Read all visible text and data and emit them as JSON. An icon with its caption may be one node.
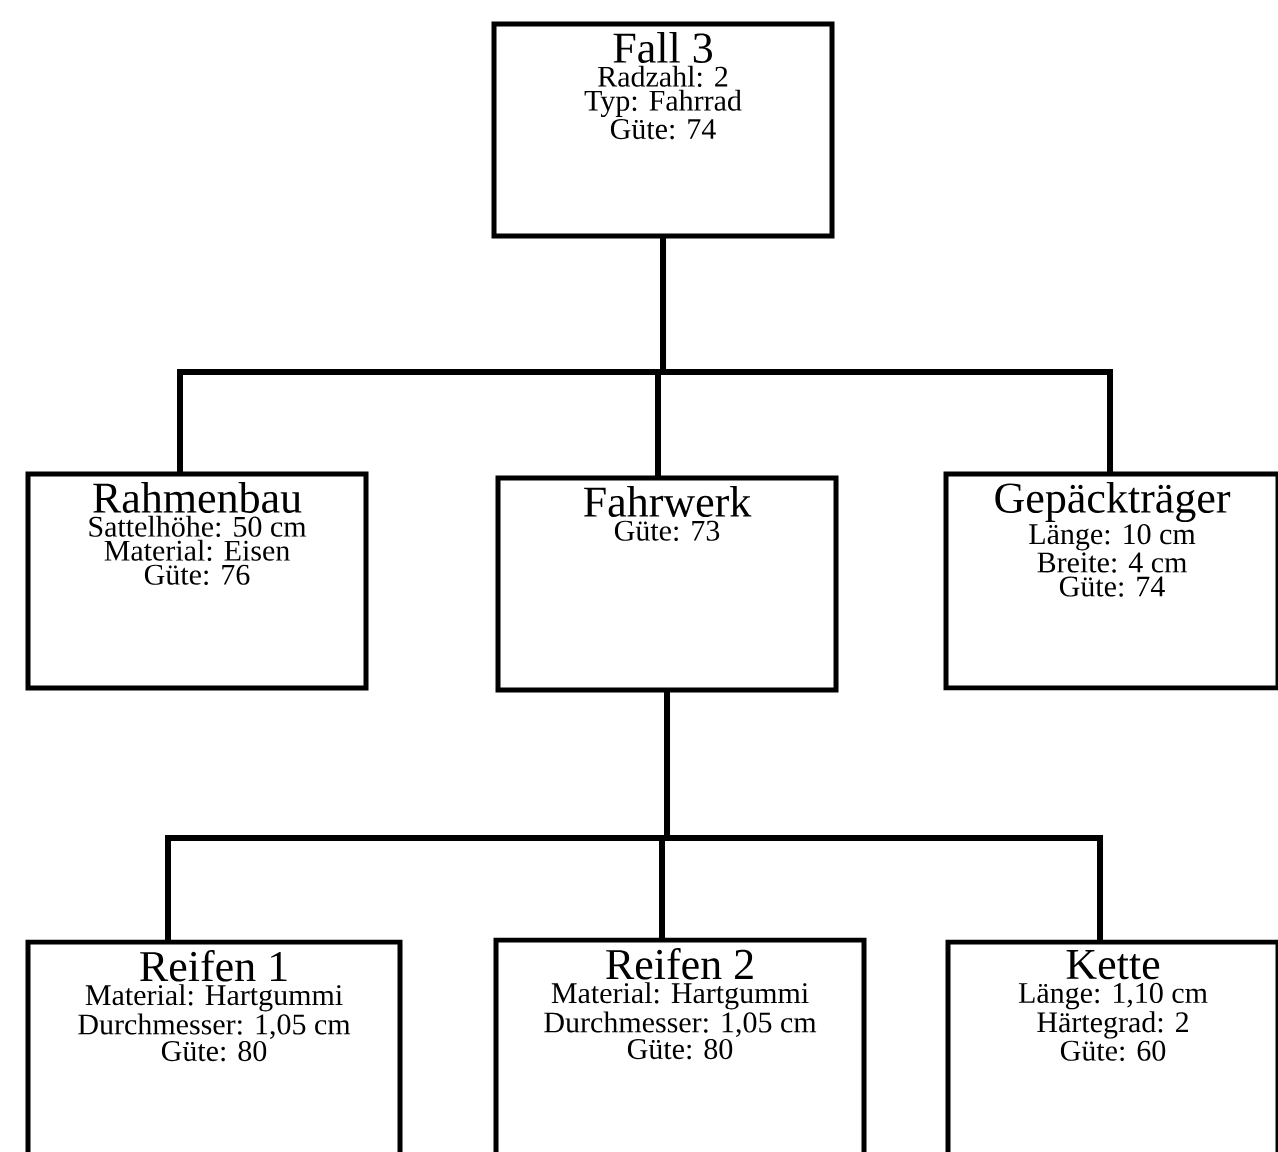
{
  "diagram": {
    "nodes": [
      {
        "text": [
          "Fall 3",
          "Radzahl: 2",
          "Typ: Fahrrad",
          "Güte: 74"
        ]
      },
      {
        "text": [
          "Rahmenbau",
          "Sattelhöhe: 50 cm",
          "Material: Eisen",
          "Güte: 76"
        ]
      },
      {
        "text": [
          "Fahrwerk",
          "Güte: 73"
        ]
      },
      {
        "text": [
          "Gepäckträger",
          "Länge: 10 cm",
          "Breite: 4 cm",
          "Güte: 74"
        ]
      },
      {
        "text": [
          "Reifen 1",
          "Material: Hartgummi",
          "Durchmesser: 1,05 cm",
          "Güte: 80"
        ]
      },
      {
        "text": [
          "Reifen 2",
          "Material: Hartgummi",
          "Durchmesser: 1,05 cm",
          "Güte: 80"
        ]
      },
      {
        "text": [
          "Kette",
          "Länge: 1,10 cm",
          "Härtegrad: 2",
          "Güte: 60"
        ]
      }
    ],
    "edges": [
      {
        "from": 0,
        "to": 1,
        "arrow": "none"
      },
      {
        "from": 0,
        "to": 2,
        "arrow": "none"
      },
      {
        "from": 0,
        "to": 3,
        "arrow": "none"
      },
      {
        "from": 2,
        "to": 4,
        "arrow": "none"
      },
      {
        "from": 2,
        "to": 5,
        "arrow": "none"
      },
      {
        "from": 2,
        "to": 6,
        "arrow": "none"
      }
    ]
  }
}
